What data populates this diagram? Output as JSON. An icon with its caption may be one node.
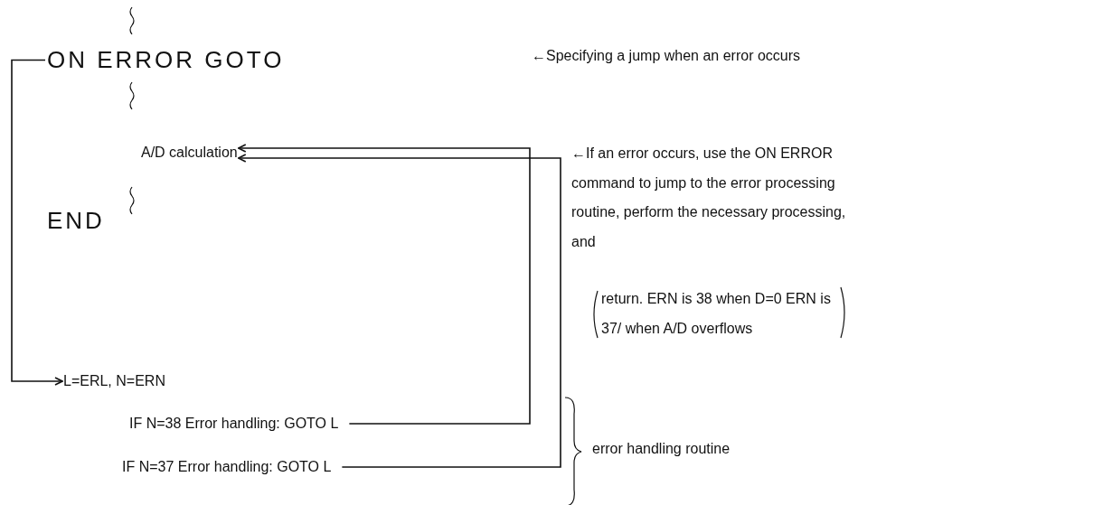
{
  "diagram": {
    "nodes": [
      {
        "text": [
          "ON ERROR GOTO"
        ]
      },
      {
        "text": [
          "A/D calculation"
        ]
      },
      {
        "text": [
          "END"
        ]
      },
      {
        "text": [
          "L=ERL, N=ERN"
        ]
      },
      {
        "text": [
          "IF N=38 Error handling: GOTO L"
        ]
      },
      {
        "text": [
          "IF N=37 Error handling: GOTO L"
        ]
      }
    ],
    "edges": [
      {
        "from": 0,
        "to": 3,
        "arrow": "to"
      },
      {
        "from": 4,
        "to": 1,
        "arrow": "to"
      },
      {
        "from": 5,
        "to": 1,
        "arrow": "to"
      }
    ],
    "labels": [
      "←Specifying a jump when an error occurs",
      "←If an error occurs, use the ON ERROR command to jump to the error processing routine, perform the necessary processing, and",
      "return. ERN is 38 when D=0 ERN is 37/ when A/D overflows",
      "error handling routine"
    ]
  }
}
